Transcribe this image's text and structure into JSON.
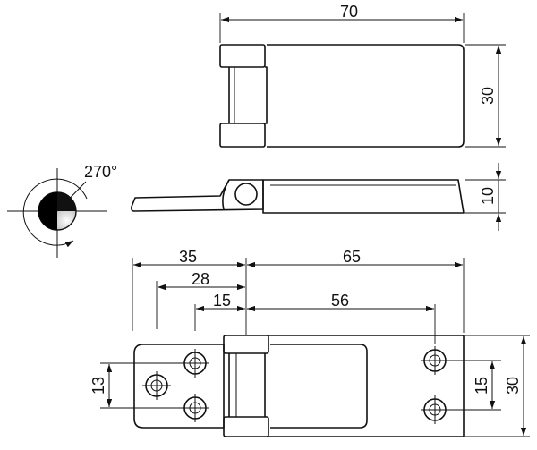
{
  "dimensions": {
    "top_length": "70",
    "top_width": "30",
    "side_thickness": "10",
    "rotation": "270°",
    "bottom_leaf_left": "35",
    "bottom_leaf_right": "65",
    "hole_offset_28": "28",
    "hole_offset_15": "15",
    "hole_spacing_right": "56",
    "hole_pitch_left": "13",
    "hole_pitch_right": "15",
    "bottom_width": "30"
  }
}
